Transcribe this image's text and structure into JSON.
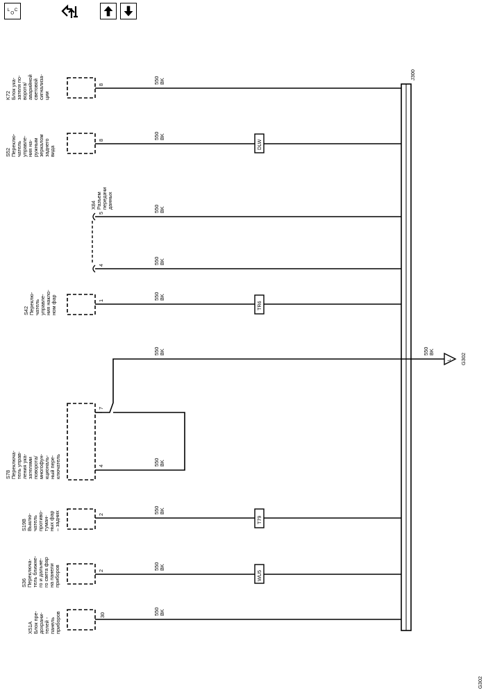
{
  "toolbar": {
    "loc_icon": "location-icon",
    "tools_icon": "tools-icon",
    "up_icon": "arrow-up-icon",
    "down_icon": "arrow-down-icon",
    "loc_glyph_L": "L",
    "loc_glyph_O": "O",
    "loc_glyph_C": "C"
  },
  "bus": {
    "label": "J300"
  },
  "branches": [
    {
      "id": "k72",
      "component": [
        "K72",
        "Блок ука-",
        "зателя по-",
        "ворота/",
        "аварийной",
        "световой",
        "сигнализа-",
        "ции"
      ],
      "pin": "8",
      "circuit": "550",
      "color": "BK",
      "connector": ""
    },
    {
      "id": "s52",
      "component": [
        "S52",
        "Переклю-",
        "чатель",
        "управле-",
        "ния на-",
        "ружным",
        "зеркалом",
        "заднего",
        "вида"
      ],
      "pin": "8",
      "circuit": "550",
      "color": "BK",
      "connector": "DLW"
    },
    {
      "id": "x84a",
      "component": [
        "X84",
        "Разъем",
        "передачи",
        "данных"
      ],
      "pin": "5",
      "circuit": "550",
      "color": "BK",
      "connector": ""
    },
    {
      "id": "x84b",
      "component": [],
      "pin": "4",
      "circuit": "550",
      "color": "BK",
      "connector": ""
    },
    {
      "id": "s42",
      "component": [
        "S42",
        "Переклю-",
        "чатель",
        "управле-",
        "ния накло-",
        "ном фар"
      ],
      "pin": "1",
      "circuit": "550",
      "color": "BK",
      "connector": "TR6"
    },
    {
      "id": "g302w",
      "component": [],
      "pin": "",
      "circuit": "550",
      "color": "BK",
      "connector": ""
    },
    {
      "id": "s78a",
      "component": [],
      "pin": "7",
      "circuit": "",
      "color": "",
      "connector": ""
    },
    {
      "id": "s78b",
      "component": [
        "S78",
        "Переключа-",
        "тель управ-",
        "ления ука-",
        "зателями",
        "поворота/",
        "многофун-",
        "кциональ-",
        "ный пере-",
        "ключатель"
      ],
      "pin": "4",
      "circuit": "550",
      "color": "BK",
      "connector": ""
    },
    {
      "id": "s19b",
      "component": [
        "S19B",
        "Выклю-",
        "чатель",
        "противо-",
        "туман-",
        "ных фар",
        "– задних"
      ],
      "pin": "2",
      "circuit": "550",
      "color": "BK",
      "connector": "T79"
    },
    {
      "id": "s36",
      "component": [
        "S36",
        "Переключа-",
        "тель ближне-",
        "го и дальне-",
        "го света фар",
        "на панели",
        "приборов"
      ],
      "pin": "2",
      "circuit": "550",
      "color": "BK",
      "connector": "WU5"
    },
    {
      "id": "x51a",
      "component": [
        "X51A",
        "Блок пре-",
        "дохрани-",
        "телей -",
        "панель",
        "приборов"
      ],
      "pin": "30",
      "circuit": "550",
      "color": "BK",
      "connector": ""
    }
  ],
  "ground": {
    "label": "G302",
    "circuit": "550",
    "color": "BK",
    "symbol": "L"
  },
  "footer": {
    "page_label": "G302"
  }
}
